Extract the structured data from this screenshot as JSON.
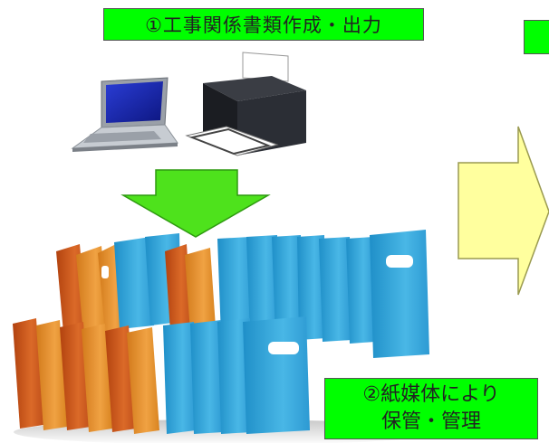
{
  "step1": {
    "text": "①工事関係書類作成・出力"
  },
  "step2": {
    "line1": "②紙媒体により",
    "line2": "保管・管理"
  },
  "colors": {
    "label_bg": "#00ff00",
    "arrow_green": "#4ee21c",
    "arrow_yellow": "#ffff9e",
    "binder_blue": "#38a6d8",
    "binder_orange": "#e08a28",
    "binder_red": "#c8501a"
  },
  "icons": [
    "laptop-icon",
    "printer-icon",
    "down-arrow-icon",
    "right-arrow-icon",
    "binders-icon"
  ]
}
